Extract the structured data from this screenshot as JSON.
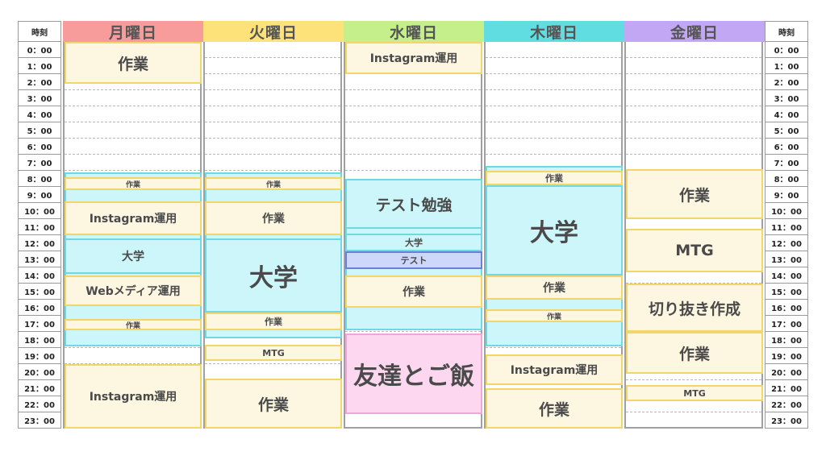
{
  "time_header": "時刻",
  "times": [
    "0：00",
    "1：00",
    "2：00",
    "3：00",
    "4：00",
    "5：00",
    "6：00",
    "7：00",
    "8：00",
    "9：00",
    "10：00",
    "11：00",
    "12：00",
    "13：00",
    "14：00",
    "15：00",
    "16：00",
    "17：00",
    "18：00",
    "19：00",
    "20：00",
    "21：00",
    "22：00",
    "23：00"
  ],
  "days": [
    {
      "label": "月曜日",
      "color": "#f79b9b",
      "events": [
        {
          "title": "作業",
          "start": 0,
          "end": 2.6,
          "style": "yellow"
        },
        {
          "title": "",
          "start": 8.1,
          "end": 18.9,
          "style": "cyan"
        },
        {
          "title": "作業",
          "start": 8.4,
          "end": 9.2,
          "style": "yellow"
        },
        {
          "title": "Instagram運用",
          "start": 9.9,
          "end": 12.0,
          "style": "yellow"
        },
        {
          "title": "大学",
          "start": 12.2,
          "end": 14.4,
          "style": "cyan"
        },
        {
          "title": "Webメディア運用",
          "start": 14.5,
          "end": 16.4,
          "style": "yellow"
        },
        {
          "title": "作業",
          "start": 17.2,
          "end": 17.9,
          "style": "yellow"
        },
        {
          "title": "Instagram運用",
          "start": 20.0,
          "end": 24.0,
          "style": "yellow"
        }
      ]
    },
    {
      "label": "火曜日",
      "color": "#fde27a",
      "events": [
        {
          "title": "",
          "start": 8.1,
          "end": 18.4,
          "style": "cyan"
        },
        {
          "title": "作業",
          "start": 8.4,
          "end": 9.2,
          "style": "yellow"
        },
        {
          "title": "作業",
          "start": 9.9,
          "end": 12.0,
          "style": "yellow"
        },
        {
          "title": "大学",
          "start": 12.2,
          "end": 16.8,
          "style": "cyan"
        },
        {
          "title": "作業",
          "start": 16.8,
          "end": 17.9,
          "style": "yellow"
        },
        {
          "title": "MTG",
          "start": 18.8,
          "end": 19.8,
          "style": "yellow"
        },
        {
          "title": "作業",
          "start": 20.9,
          "end": 24.0,
          "style": "yellow"
        }
      ]
    },
    {
      "label": "水曜日",
      "color": "#c4ef8a",
      "events": [
        {
          "title": "Instagram運用",
          "start": 0,
          "end": 2.0,
          "style": "yellow"
        },
        {
          "title": "テスト勉強",
          "start": 8.5,
          "end": 11.6,
          "style": "cyan"
        },
        {
          "title": "",
          "start": 11.5,
          "end": 17.9,
          "style": "cyan"
        },
        {
          "title": "大学",
          "start": 11.9,
          "end": 13.0,
          "style": "cyan"
        },
        {
          "title": "テスト",
          "start": 13.0,
          "end": 14.1,
          "style": "blue"
        },
        {
          "title": "作業",
          "start": 14.5,
          "end": 16.5,
          "style": "yellow"
        },
        {
          "title": "友達とご飯",
          "start": 18.1,
          "end": 23.1,
          "style": "pink"
        }
      ]
    },
    {
      "label": "木曜日",
      "color": "#5fdde0",
      "events": [
        {
          "title": "",
          "start": 7.7,
          "end": 18.9,
          "style": "cyan"
        },
        {
          "title": "作業",
          "start": 8.0,
          "end": 8.9,
          "style": "yellow"
        },
        {
          "title": "大学",
          "start": 8.9,
          "end": 14.5,
          "style": "cyan"
        },
        {
          "title": "作業",
          "start": 14.5,
          "end": 16.0,
          "style": "yellow"
        },
        {
          "title": "作業",
          "start": 16.6,
          "end": 17.4,
          "style": "yellow"
        },
        {
          "title": "Instagram運用",
          "start": 19.4,
          "end": 21.3,
          "style": "yellow"
        },
        {
          "title": "作業",
          "start": 21.5,
          "end": 24.0,
          "style": "yellow"
        }
      ]
    },
    {
      "label": "金曜日",
      "color": "#c2a7f5",
      "events": [
        {
          "title": "作業",
          "start": 7.9,
          "end": 11.0,
          "style": "yellow"
        },
        {
          "title": "MTG",
          "start": 11.6,
          "end": 14.3,
          "style": "yellow"
        },
        {
          "title": "切り抜き作成",
          "start": 15.0,
          "end": 18.0,
          "style": "yellow"
        },
        {
          "title": "作業",
          "start": 18.0,
          "end": 20.6,
          "style": "yellow"
        },
        {
          "title": "MTG",
          "start": 21.3,
          "end": 22.3,
          "style": "yellow"
        }
      ]
    }
  ]
}
